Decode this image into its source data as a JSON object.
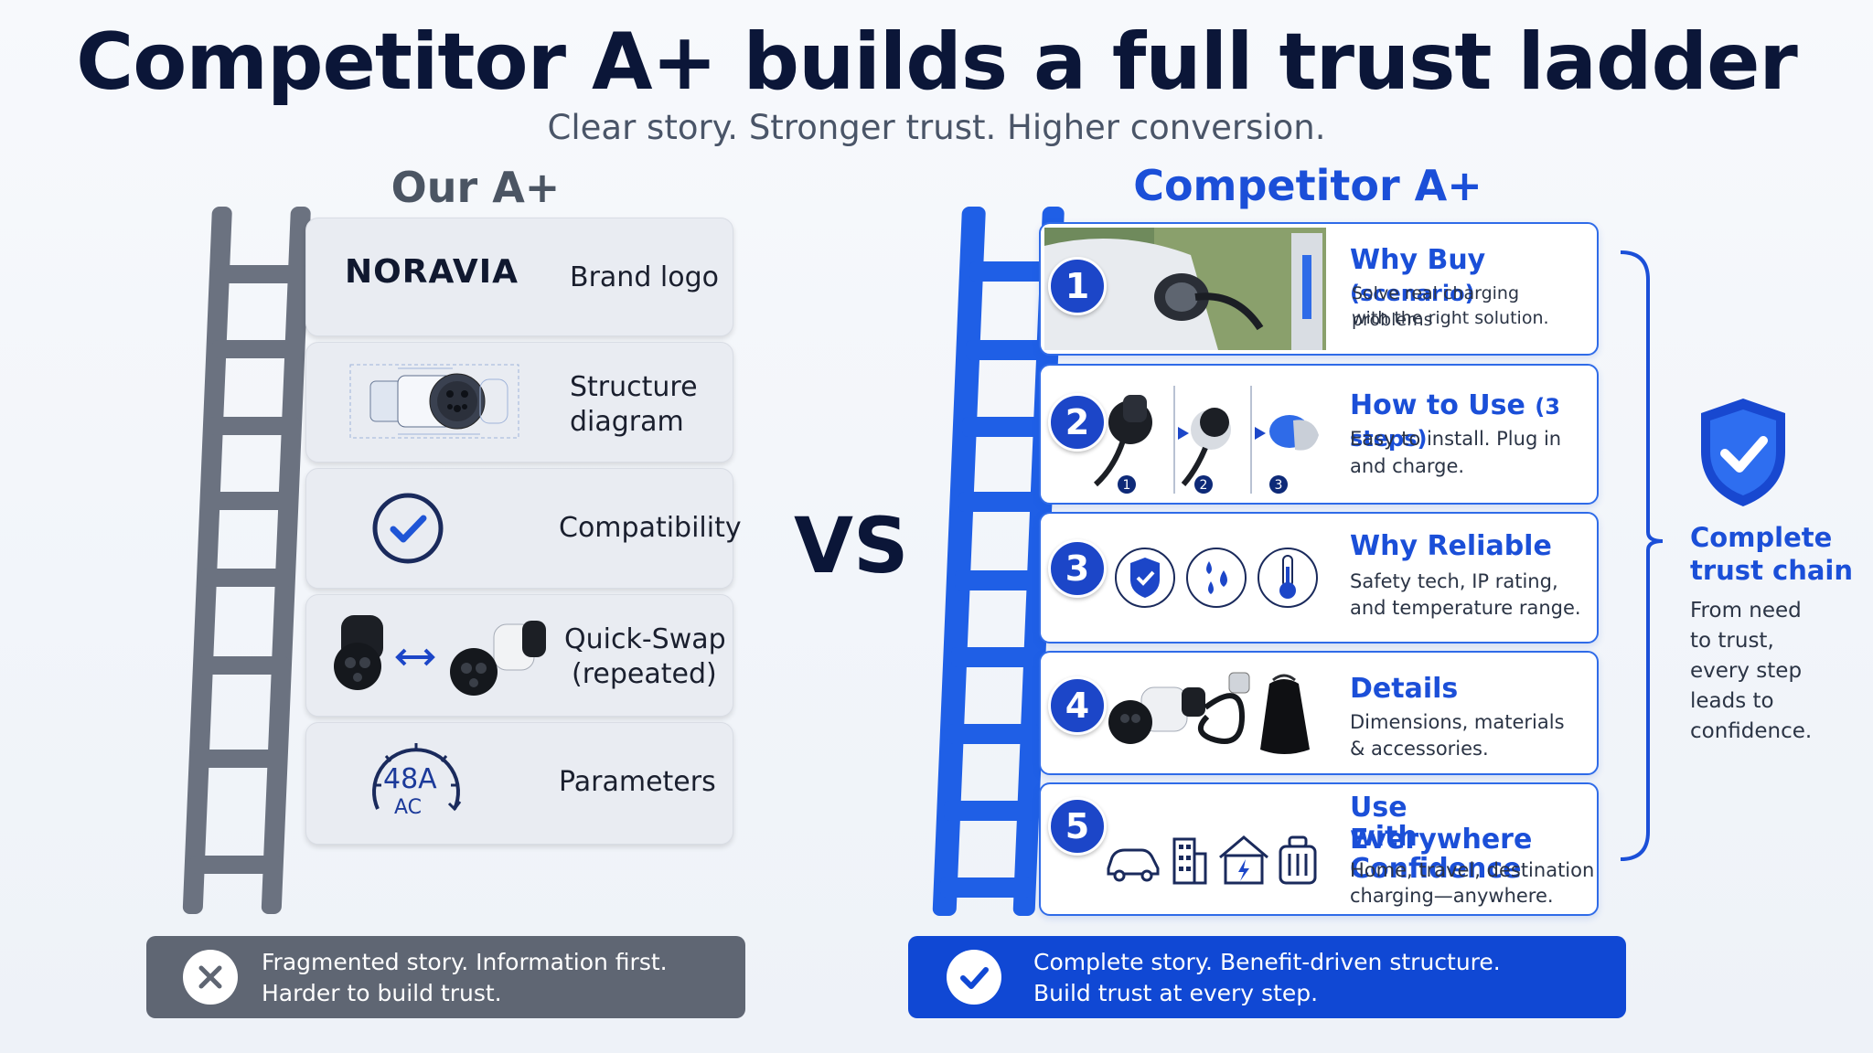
{
  "header": {
    "title": "Competitor A+ builds a full trust ladder",
    "subtitle": "Clear story. Stronger trust. Higher conversion."
  },
  "left": {
    "heading": "Our A+",
    "brand_logo_text": "NORAVIA",
    "items": [
      {
        "label": "Brand logo",
        "icon": "brand-logo"
      },
      {
        "label_line1": "Structure",
        "label_line2": "diagram",
        "icon": "structure-diagram-icon"
      },
      {
        "label": "Compatibility",
        "icon": "check-circle-icon"
      },
      {
        "label_line1": "Quick-Swap",
        "label_line2": "(repeated)",
        "icon": "plug-swap-icon"
      },
      {
        "label": "Parameters",
        "icon": "gauge-icon",
        "gauge_value": "48A",
        "gauge_unit": "AC"
      }
    ],
    "summary_line1": "Fragmented story. Information first.",
    "summary_line2": "Harder to build trust."
  },
  "vs": "VS",
  "right": {
    "heading": "Competitor A+",
    "steps": [
      {
        "num": "1",
        "title": "Why Buy",
        "title_small": "(scenario)",
        "desc_line1": "Solve real charging problems",
        "desc_line2": "with the right solution."
      },
      {
        "num": "2",
        "title": "How to Use",
        "title_small": "(3 steps)",
        "desc_line1": "Easy to install. Plug in",
        "desc_line2": "and charge.",
        "substeps": [
          "1",
          "2",
          "3"
        ]
      },
      {
        "num": "3",
        "title": "Why Reliable",
        "desc_line1": "Safety tech, IP rating,",
        "desc_line2": "and temperature range."
      },
      {
        "num": "4",
        "title": "Details",
        "desc_line1": "Dimensions, materials",
        "desc_line2": "& accessories."
      },
      {
        "num": "5",
        "title_line1": "Use Everywhere",
        "title_line2": "with Confidence",
        "desc_line1": "Home, travel, destination",
        "desc_line2": "charging—anywhere."
      }
    ],
    "side_title_line1": "Complete",
    "side_title_line2": "trust chain",
    "side_desc": [
      "From need",
      "to trust,",
      "every step",
      "leads to",
      "confidence."
    ],
    "summary_line1": "Complete story. Benefit-driven structure.",
    "summary_line2": "Build trust at every step."
  },
  "colors": {
    "accent_blue": "#1b4fd8",
    "ladder_blue": "#1f5fe6",
    "ladder_gray": "#6b7280",
    "dark_navy": "#0b1638"
  }
}
